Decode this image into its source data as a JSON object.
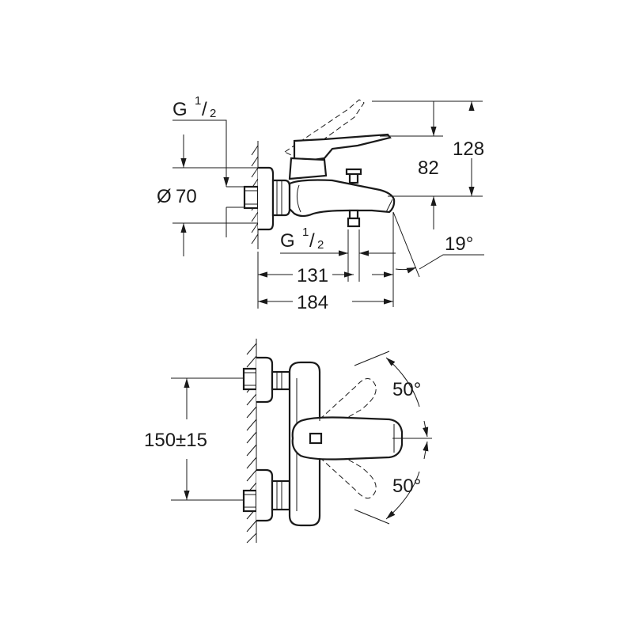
{
  "dimensions": {
    "thread_top": {
      "base": "G",
      "num": "1",
      "den": "2"
    },
    "thread_bottom": {
      "base": "G",
      "num": "1",
      "den": "2"
    },
    "diameter": {
      "symbol": "Ø",
      "value": "70"
    },
    "height_82": "82",
    "height_128": "128",
    "spout_angle": "19°",
    "depth_131": "131",
    "depth_184": "184",
    "spacing": "150±15",
    "lever_up_angle": "50°",
    "lever_down_angle": "50°"
  }
}
